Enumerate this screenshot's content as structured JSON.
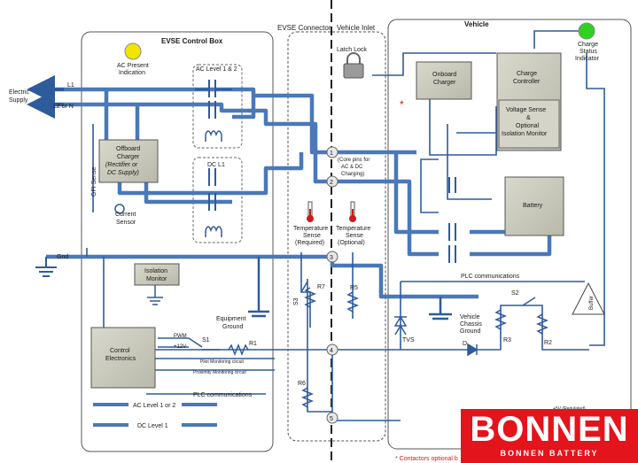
{
  "regions": {
    "evse_box": "EVSE Control Box",
    "evse_connector": "EVSE Connector",
    "vehicle_inlet": "Vehicle Inlet",
    "vehicle": "Vehicle"
  },
  "supply": {
    "title_line1": "Electric",
    "title_line2": "Supply",
    "l1": "L1",
    "l2": "L2 or N",
    "gnd": "Gnd"
  },
  "evse": {
    "ac_present_line1": "AC Present",
    "ac_present_line2": "Indication",
    "ac_level": "AC Level 1 & 2",
    "dc_l1": "DC L1",
    "offboard_line1": "Offboard",
    "offboard_line2": "Charger",
    "offboard_line3": "(Rectifier or",
    "offboard_line4": "DC Supply)",
    "gfi": "GFI Sense",
    "current_line1": "Current",
    "current_line2": "Sensor",
    "isolation_line1": "Isolation",
    "isolation_line2": "Monitor",
    "equip_line1": "Equipment",
    "equip_line2": "Ground",
    "control_line1": "Control",
    "control_line2": "Electronics",
    "pwm": "PWM",
    "plus12": "+12V",
    "s1": "S1",
    "r1": "R1",
    "pilot_mon": "Pilot Monitoring circuit",
    "prox_mon": "Proximity Monitoring circuit",
    "plc": "PLC communications"
  },
  "connector": {
    "latch": "Latch Lock",
    "pins": [
      "1",
      "2",
      "3",
      "4",
      "5"
    ],
    "core_line1": "(Core pins for",
    "core_line2": "AC & DC",
    "core_line3": "Charging)",
    "temp_req_line1": "Temperature",
    "temp_req_line2": "Sense",
    "temp_req_line3": "(Required)",
    "temp_opt_line1": "Temperature",
    "temp_opt_line2": "Sense",
    "temp_opt_line3": "(Optional)",
    "s3": "S3",
    "r7": "R7",
    "r5": "R5",
    "r6": "R6"
  },
  "vehicle": {
    "charge_status_line1": "Charge",
    "charge_status_line2": "Status",
    "charge_status_line3": "Indicator",
    "onboard_line1": "Onboard",
    "onboard_line2": "Charger",
    "star": "*",
    "charge_ctrl_line1": "Charge",
    "charge_ctrl_line2": "Controller",
    "vsense_line1": "Voltage Sense",
    "vsense_line2": "&",
    "vsense_line3": "Optional",
    "vsense_line4": "Isolation Monitor",
    "battery": "Battery",
    "plc": "PLC communications",
    "s2": "S2",
    "buffer": "Buffer",
    "chassis_line1": "Vehicle",
    "chassis_line2": "Chassis",
    "chassis_line3": "Ground",
    "tvs": "TVS",
    "r3": "R3",
    "r2": "R2",
    "d": "D",
    "plus5": "+5V (Regulated)",
    "contactors_note": "* Contactors optional b"
  },
  "legend": {
    "ac": "AC Level 1 or 2",
    "dc": "DC Level 1"
  },
  "logo": {
    "brand": "BONNEN",
    "tagline": "BONNEN BATTERY"
  },
  "colors": {
    "power_wire": "#4a78b8",
    "signal_wire": "#2e5b9a",
    "box_fill": "#c8c8bb",
    "ac_present_lamp": "#f2e600",
    "charge_status_lamp": "#2fd21f",
    "thermometer": "#cc1b1b",
    "logo_red": "#e3141b"
  }
}
